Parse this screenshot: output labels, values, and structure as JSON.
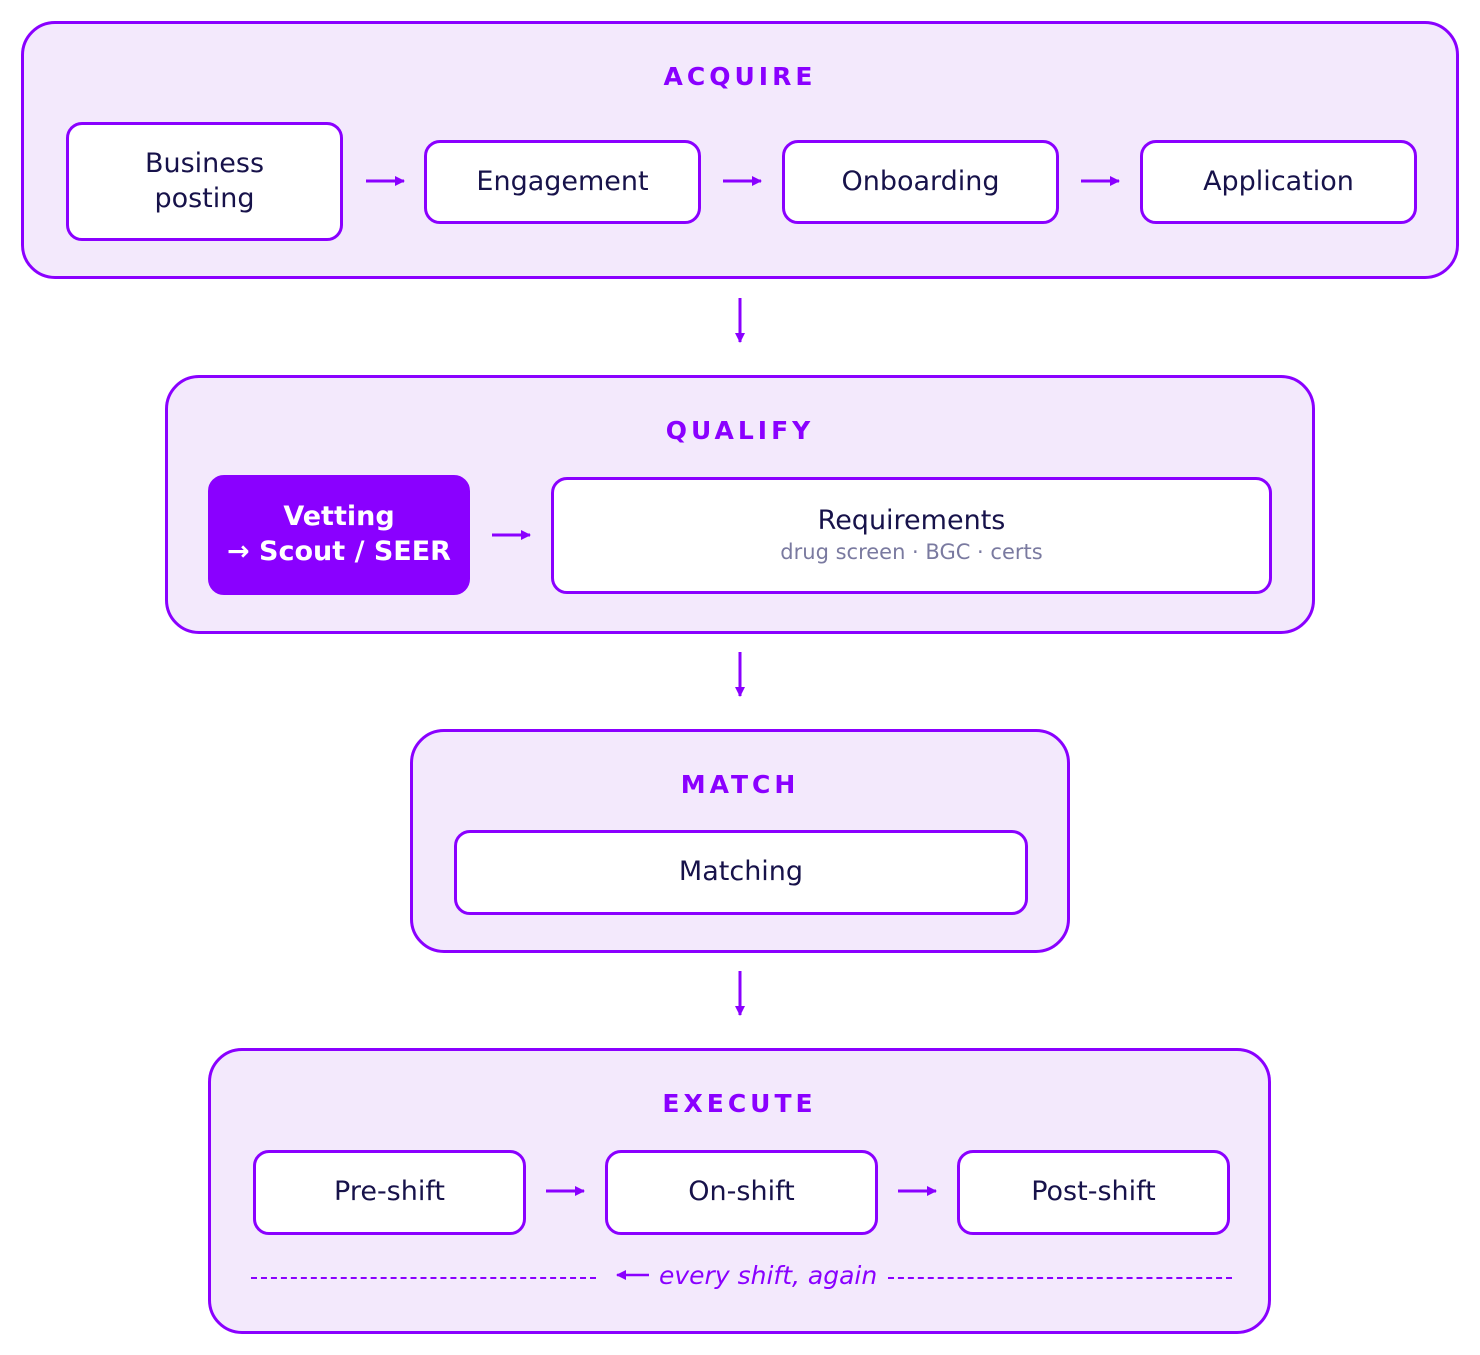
{
  "colors": {
    "accent": "#8a00ff",
    "stage_fill": "#f3e9fc",
    "node_fill": "#ffffff",
    "text": "#17124a",
    "subtext": "#7a7aa0"
  },
  "acquire": {
    "title": "ACQUIRE",
    "business_posting": [
      "Business",
      "posting"
    ],
    "engagement": "Engagement",
    "onboarding": "Onboarding",
    "application": "Application"
  },
  "qualify": {
    "title": "QUALIFY",
    "vetting": [
      "Vetting",
      "→ Scout / SEER"
    ],
    "requirements": "Requirements",
    "requirements_detail": "drug screen · BGC · certs"
  },
  "match": {
    "title": "MATCH",
    "matching": "Matching"
  },
  "execute": {
    "title": "EXECUTE",
    "pre_shift": "Pre-shift",
    "on_shift": "On-shift",
    "post_shift": "Post-shift",
    "loop_label": "every shift, again"
  }
}
